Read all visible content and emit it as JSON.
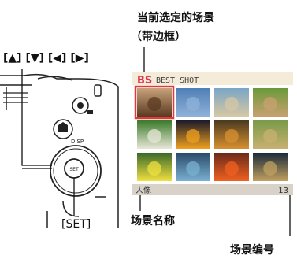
{
  "callouts": {
    "selected_scene_line1": "当前选定的场景",
    "selected_scene_line2": "（带边框）",
    "arrow_keys": "[▲] [▼] [◀] [▶]",
    "set_key": "[SET]",
    "scene_name": "场景名称",
    "scene_number": "场景编号"
  },
  "camera": {
    "disp_label": "DISP",
    "set_label": "SET"
  },
  "screen": {
    "logo": "BS",
    "title": "BEST SHOT",
    "footer_name": "人像",
    "footer_number": "13",
    "header_bg": "#f4ecd8",
    "footer_bg": "#d8d2c8",
    "logo_color": "#e0304a",
    "selection_color": "#e03a3a"
  },
  "thumbnails": [
    {
      "name": "portrait",
      "colors": [
        "#c9a27a",
        "#5a3a22"
      ]
    },
    {
      "name": "mountain",
      "colors": [
        "#4f7fb6",
        "#8fb1d8"
      ]
    },
    {
      "name": "beach-people",
      "colors": [
        "#7aa6c8",
        "#d6c7a4"
      ]
    },
    {
      "name": "children",
      "colors": [
        "#6a9a3a",
        "#c9a070"
      ]
    },
    {
      "name": "soccer",
      "colors": [
        "#3a7a2a",
        "#e7e7d7"
      ]
    },
    {
      "name": "fireworks",
      "colors": [
        "#1a1a2a",
        "#f0a020"
      ]
    },
    {
      "name": "crowd-stage",
      "colors": [
        "#4a3a20",
        "#d89030"
      ]
    },
    {
      "name": "dog",
      "colors": [
        "#7a9a4a",
        "#c8b070"
      ]
    },
    {
      "name": "flower",
      "colors": [
        "#3a6a2a",
        "#f0e040"
      ]
    },
    {
      "name": "landscape",
      "colors": [
        "#2a4a6a",
        "#7ab0d0"
      ]
    },
    {
      "name": "sunset",
      "colors": [
        "#6a2a1a",
        "#f06020"
      ]
    },
    {
      "name": "night-city",
      "colors": [
        "#1a2a3a",
        "#c0a060"
      ]
    }
  ]
}
